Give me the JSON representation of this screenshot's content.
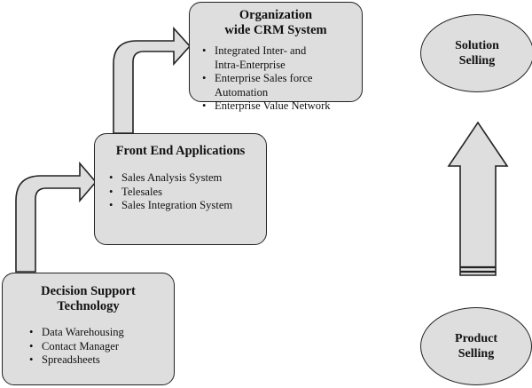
{
  "crm_box": {
    "title_lines": [
      "Organization",
      "wide CRM System"
    ],
    "items": [
      [
        "Integrated Inter- and",
        "Intra-Enterprise"
      ],
      [
        "Enterprise Sales force",
        "Automation"
      ],
      [
        "Enterprise Value Network"
      ]
    ]
  },
  "front_end_box": {
    "title": "Front End Applications",
    "items": [
      "Sales Analysis System",
      "Telesales",
      "Sales Integration System"
    ]
  },
  "decision_box": {
    "title_lines": [
      "Decision Support",
      "Technology"
    ],
    "items": [
      "Data Warehousing",
      "Contact Manager",
      "Spreadsheets"
    ]
  },
  "solution_oval": {
    "lines": [
      "Solution",
      "Selling"
    ]
  },
  "product_oval": {
    "lines": [
      "Product",
      "Selling"
    ]
  },
  "colors": {
    "fill": "#dedede",
    "stroke": "#222222"
  }
}
